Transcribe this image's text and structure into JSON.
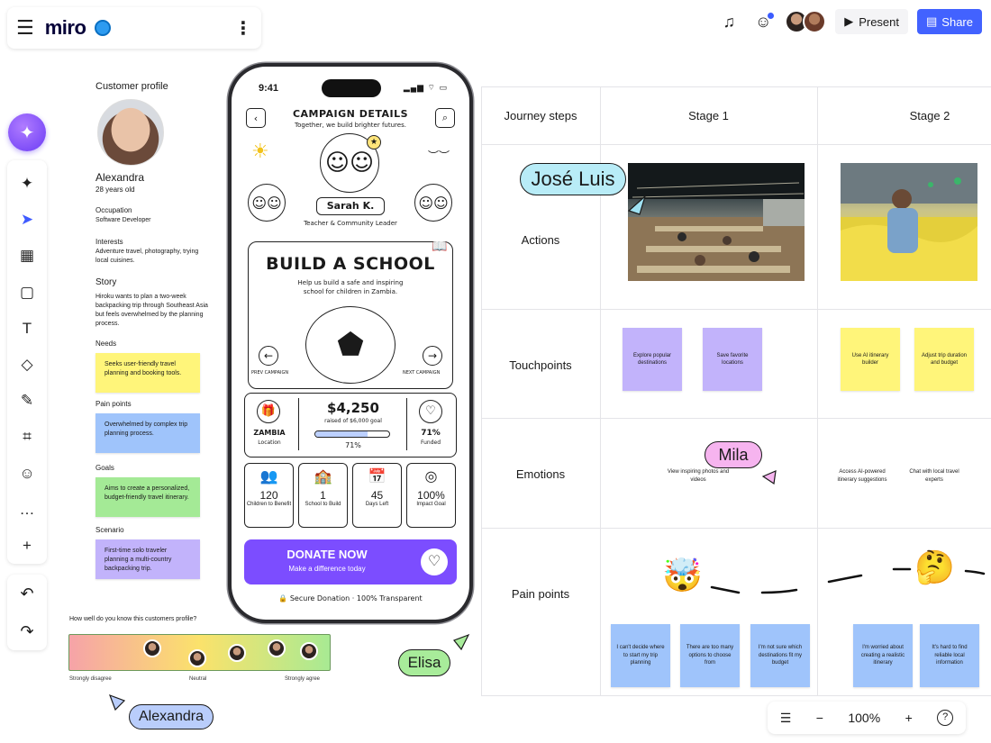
{
  "app": {
    "logo": "miro",
    "present_label": "Present",
    "share_label": "Share",
    "icons": [
      "menu-icon",
      "globe-icon",
      "more-icon",
      "reactions-icon",
      "chat-icon",
      "play-icon",
      "share-icon"
    ]
  },
  "toolbar": {
    "tools": [
      {
        "name": "ai-sparkle",
        "glyph": "✦"
      },
      {
        "name": "select",
        "glyph": "➤"
      },
      {
        "name": "templates",
        "glyph": "▦"
      },
      {
        "name": "sticky-note",
        "glyph": "▢"
      },
      {
        "name": "text",
        "glyph": "T"
      },
      {
        "name": "shapes",
        "glyph": "◇"
      },
      {
        "name": "pen",
        "glyph": "✎"
      },
      {
        "name": "frame",
        "glyph": "⌗"
      },
      {
        "name": "emoji",
        "glyph": "☺"
      },
      {
        "name": "comment",
        "glyph": "…"
      },
      {
        "name": "add",
        "glyph": "+"
      }
    ],
    "undo_glyph": "↶",
    "redo_glyph": "↷"
  },
  "profile": {
    "title": "Customer profile",
    "name": "Alexandra",
    "age": "28 years old",
    "occupation_label": "Occupation",
    "occupation": "Software Developer",
    "interests_label": "Interests",
    "interests": "Adventure travel, photography, trying local cuisines.",
    "story_label": "Story",
    "story": "Hiroku wants to plan a two-week backpacking trip through Southeast Asia but feels overwhelmed by the planning process.",
    "needs_label": "Needs",
    "needs": "Seeks user-friendly travel planning and booking tools.",
    "pain_label": "Pain points",
    "pain": "Overwhelmed by complex trip planning process.",
    "goals_label": "Goals",
    "goals": "Aims to create a personalized, budget-friendly travel itinerary.",
    "scenario_label": "Scenario",
    "scenario": "First-time solo traveler planning a multi-country backpacking trip."
  },
  "rating": {
    "question": "How well do you know this customers profile?",
    "low": "Strongly disagree",
    "mid": "Neutral",
    "high": "Strongly agree"
  },
  "cursors": {
    "jose": "José Luis",
    "mila": "Mila",
    "elisa": "Elisa",
    "alexandra": "Alexandra"
  },
  "phone": {
    "time": "9:41",
    "status": "▂▄▆ ⌔ ▭",
    "header_title": "CAMPAIGN DETAILS",
    "header_sub": "Together, we build brighter futures.",
    "person_name": "Sarah K.",
    "person_role": "Teacher & Community Leader",
    "campaign_title": "BUILD A SCHOOL",
    "campaign_desc": "Help us build a safe and inspiring school for children in Zambia.",
    "prev": "PREV CAMPAIGN",
    "next": "NEXT CAMPAIGN",
    "location_value": "ZAMBIA",
    "location_label": "Location",
    "raised": "$4,250",
    "raised_sub": "raised of $6,000 goal",
    "progress_pct": "71%",
    "progress_fraction": 0.71,
    "funded_value": "71%",
    "funded_label": "Funded",
    "stats": [
      {
        "value": "120",
        "label": "Children to Benefit",
        "glyph": "👥"
      },
      {
        "value": "1",
        "label": "School to Build",
        "glyph": "🏫"
      },
      {
        "value": "45",
        "label": "Days Left",
        "glyph": "📅"
      },
      {
        "value": "100%",
        "label": "Impact Goal",
        "glyph": "◎"
      }
    ],
    "donate_title": "DONATE NOW",
    "donate_sub": "Make a difference today",
    "footer_secure": "Secure Donation",
    "footer_dot": "·",
    "footer_transparent": "100% Transparent"
  },
  "journey": {
    "header_label": "Journey steps",
    "stage1": "Stage 1",
    "stage2": "Stage 2",
    "rows": [
      "Actions",
      "Touchpoints",
      "Emotions",
      "Pain points"
    ],
    "touch1a": "Explore popular destinations",
    "touch1b": "Save favorite locations",
    "touch2a": "Use AI itinerary builder",
    "touch2b": "Adjust trip duration and budget",
    "emo1": "View inspiring photos and videos",
    "emo2a": "Access AI-powered itinerary suggestions",
    "emo2b": "Chat with local travel experts",
    "pain1a": "I can't decide where to start my trip planning",
    "pain1b": "There are too many options to choose from",
    "pain1c": "I'm not sure which destinations fit my budget",
    "pain2a": "I'm worried about creating a realistic itinerary",
    "pain2b": "It's hard to find reliable local information",
    "emoji1": "🤯",
    "emoji2": "🤔"
  },
  "zoom": {
    "level": "100%",
    "minus": "−",
    "plus": "+",
    "help": "?",
    "list_glyph": "☰"
  },
  "colors": {
    "accent": "#4262ff",
    "donate": "#7c4dff",
    "sticky_yellow": "#fff57a",
    "sticky_blue": "#9fc4fb",
    "sticky_green": "#a4ea96",
    "sticky_violet": "#c2b3fb"
  }
}
